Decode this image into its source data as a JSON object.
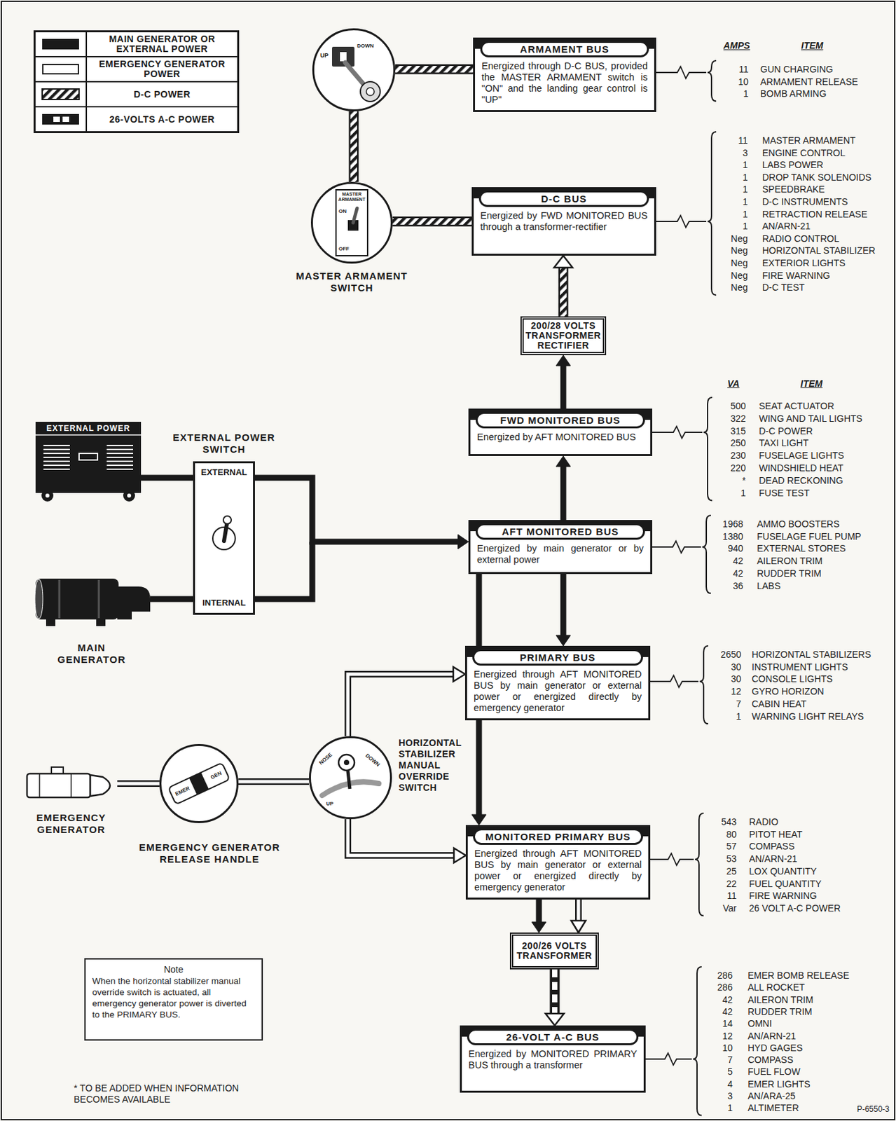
{
  "diagram": {
    "nodes": [
      {
        "text": [
          "UP",
          "DOWN"
        ]
      },
      {
        "text": [
          "ARMAMENT BUS",
          "Energized through D-C BUS, provided the MASTER ARMAMENT switch is \"ON\" and the landing gear control is \"UP\""
        ]
      },
      {
        "text": [
          "MASTER ARMAMENT",
          "ON",
          "OFF",
          "MASTER ARMAMENT SWITCH"
        ]
      },
      {
        "text": [
          "D-C BUS",
          "Energized by FWD MONITORED BUS through a transformer-rectifier"
        ]
      },
      {
        "text": [
          "200/28 VOLTS TRANSFORMER RECTIFIER"
        ]
      },
      {
        "text": [
          "EXTERNAL POWER"
        ]
      },
      {
        "text": [
          "EXTERNAL POWER SWITCH",
          "EXTERNAL",
          "INTERNAL"
        ]
      },
      {
        "text": [
          "FWD MONITORED BUS",
          "Energized by AFT MONITORED BUS"
        ]
      },
      {
        "text": [
          "AFT MONITORED BUS",
          "Energized by main generator or by external power"
        ]
      },
      {
        "text": [
          "MAIN GENERATOR"
        ]
      },
      {
        "text": [
          "PRIMARY BUS",
          "Energized through AFT MONITORED BUS by main generator or external power or energized directly by emergency generator"
        ]
      },
      {
        "text": [
          "EMERGENCY GENERATOR"
        ]
      },
      {
        "text": [
          "EMER",
          "GEN",
          "EMERGENCY GENERATOR RELEASE HANDLE"
        ]
      },
      {
        "text": [
          "NOSE",
          "DOWN",
          "UP",
          "HORIZONTAL STABILIZER MANUAL OVERRIDE SWITCH"
        ]
      },
      {
        "text": [
          "MONITORED PRIMARY BUS",
          "Energized through AFT MONITORED BUS by main generator or external power or energized directly by emergency generator"
        ]
      },
      {
        "text": [
          "Note",
          "When the horizontal stabilizer manual override switch is actuated, all emergency generator power is diverted to the PRIMARY BUS."
        ]
      },
      {
        "text": [
          "200/26 VOLTS TRANSFORMER"
        ]
      },
      {
        "text": [
          "26-VOLT A-C BUS",
          "Energized by MONITORED PRIMARY BUS through a transformer"
        ]
      }
    ],
    "edges": [
      {
        "from": 0,
        "to": 1,
        "arrow": "none"
      },
      {
        "from": 0,
        "to": 2,
        "arrow": "none"
      },
      {
        "from": 2,
        "to": 3,
        "arrow": "none"
      },
      {
        "from": 4,
        "to": 3,
        "arrow": "to"
      },
      {
        "from": 7,
        "to": 4,
        "arrow": "to"
      },
      {
        "from": 8,
        "to": 7,
        "arrow": "to"
      },
      {
        "from": 5,
        "to": 6,
        "arrow": "none"
      },
      {
        "from": 9,
        "to": 6,
        "arrow": "none"
      },
      {
        "from": 6,
        "to": 8,
        "arrow": "to"
      },
      {
        "from": 8,
        "to": 10,
        "arrow": "to"
      },
      {
        "from": 8,
        "to": 14,
        "arrow": "to"
      },
      {
        "from": 11,
        "to": 12,
        "arrow": "none"
      },
      {
        "from": 12,
        "to": 13,
        "arrow": "none"
      },
      {
        "from": 13,
        "to": 10,
        "arrow": "to"
      },
      {
        "from": 13,
        "to": 14,
        "arrow": "to"
      },
      {
        "from": 14,
        "to": 16,
        "arrow": "to"
      },
      {
        "from": 14,
        "to": 16,
        "arrow": "to"
      },
      {
        "from": 16,
        "to": 17,
        "arrow": "to"
      }
    ],
    "labels": [
      "AMPS",
      "ITEM",
      "11",
      "GUN CHARGING",
      "10",
      "ARMAMENT RELEASE",
      "1",
      "BOMB ARMING",
      "11",
      "MASTER ARMAMENT",
      "3",
      "ENGINE CONTROL",
      "1",
      "LABS POWER",
      "1",
      "DROP TANK SOLENOIDS",
      "1",
      "SPEEDBRAKE",
      "1",
      "D-C INSTRUMENTS",
      "1",
      "RETRACTION RELEASE",
      "1",
      "AN/ARN-21",
      "Neg",
      "RADIO CONTROL",
      "Neg",
      "HORIZONTAL STABILIZER",
      "Neg",
      "EXTERIOR LIGHTS",
      "Neg",
      "FIRE WARNING",
      "Neg",
      "D-C TEST",
      "VA",
      "ITEM",
      "500",
      "SEAT ACTUATOR",
      "322",
      "WING AND TAIL LIGHTS",
      "315",
      "D-C POWER",
      "250",
      "TAXI LIGHT",
      "230",
      "FUSELAGE LIGHTS",
      "220",
      "WINDSHIELD HEAT",
      "*",
      "DEAD RECKONING",
      "1",
      "FUSE TEST",
      "1968",
      "AMMO BOOSTERS",
      "1380",
      "FUSELAGE FUEL PUMP",
      "940",
      "EXTERNAL STORES",
      "42",
      "AILERON TRIM",
      "42",
      "RUDDER TRIM",
      "36",
      "LABS",
      "2650",
      "HORIZONTAL STABILIZERS",
      "30",
      "INSTRUMENT LIGHTS",
      "30",
      "CONSOLE LIGHTS",
      "12",
      "GYRO HORIZON",
      "7",
      "CABIN HEAT",
      "1",
      "WARNING LIGHT RELAYS",
      "543",
      "RADIO",
      "80",
      "PITOT HEAT",
      "57",
      "COMPASS",
      "53",
      "AN/ARN-21",
      "25",
      "LOX QUANTITY",
      "22",
      "FUEL QUANTITY",
      "11",
      "FIRE WARNING",
      "Var",
      "26 VOLT A-C POWER",
      "286",
      "EMER BOMB RELEASE",
      "286",
      "ALL ROCKET",
      "42",
      "AILERON TRIM",
      "42",
      "RUDDER TRIM",
      "14",
      "OMNI",
      "12",
      "AN/ARN-21",
      "10",
      "HYD GAGES",
      "7",
      "COMPASS",
      "5",
      "FUEL FLOW",
      "4",
      "EMER LIGHTS",
      "3",
      "AN/ARA-25",
      "1",
      "ALTIMETER",
      "P-6550-3",
      "* TO BE ADDED WHEN INFORMATION BECOMES AVAILABLE"
    ],
    "legend": [
      {
        "text": "MAIN GENERATOR OR EXTERNAL POWER",
        "color": "#1a1a1a"
      },
      {
        "text": "EMERGENCY GENERATOR POWER",
        "color": "#ffffff"
      },
      {
        "text": "D-C POWER"
      },
      {
        "text": "26-VOLTS A-C POWER"
      }
    ]
  }
}
